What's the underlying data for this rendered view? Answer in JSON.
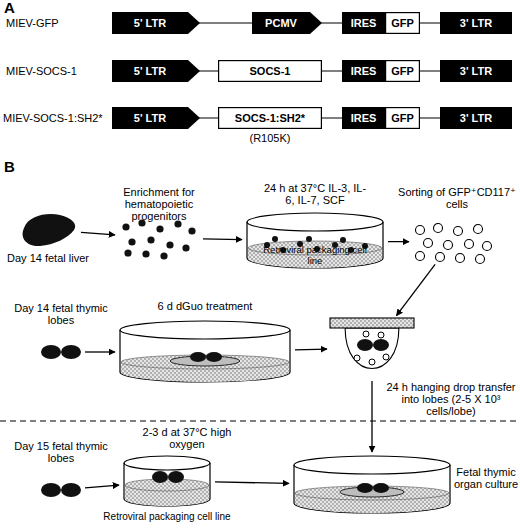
{
  "diagram": {
    "nodes": [
      {
        "text": [
          "5' LTR"
        ]
      },
      {
        "text": [
          "PCMV"
        ]
      },
      {
        "text": [
          "IRES"
        ]
      },
      {
        "text": [
          "GFP"
        ]
      },
      {
        "text": [
          "3' LTR"
        ]
      },
      {
        "text": [
          "5' LTR"
        ]
      },
      {
        "text": [
          "SOCS-1"
        ]
      },
      {
        "text": [
          "IRES"
        ]
      },
      {
        "text": [
          "GFP"
        ]
      },
      {
        "text": [
          "3' LTR"
        ]
      },
      {
        "text": [
          "5' LTR"
        ]
      },
      {
        "text": [
          "SOCS-1:SH2*"
        ]
      },
      {
        "text": [
          "IRES"
        ]
      },
      {
        "text": [
          "GFP"
        ]
      },
      {
        "text": [
          "3' LTR"
        ]
      },
      {
        "text": [
          "Day 14 fetal liver"
        ]
      },
      {
        "text": [
          "Enrichment for hematopoietic progenitors"
        ]
      },
      {
        "text": [
          "24 h at 37°C IL-3, IL-6, IL-7, SCF",
          "Retroviral packaging cell line"
        ]
      },
      {
        "text": [
          "Sorting of GFP⁺CD117⁺ cells"
        ]
      },
      {
        "text": [
          "Day 14 fetal thymic lobes"
        ]
      },
      {
        "text": [
          "6 d dGuo treatment"
        ]
      },
      {
        "text": [
          "24 h hanging drop transfer into lobes (2-5 X 10³ cells/lobe)"
        ]
      },
      {
        "text": [
          "Day 15 fetal thymic lobes"
        ]
      },
      {
        "text": [
          "2-3 d at 37°C high oxygen",
          "Retroviral packaging cell line"
        ]
      },
      {
        "text": [
          "Fetal thymic organ culture"
        ]
      }
    ],
    "edges": [
      {
        "from": 15,
        "to": 16,
        "arrow": "to"
      },
      {
        "from": 16,
        "to": 17,
        "arrow": "to"
      },
      {
        "from": 17,
        "to": 18,
        "arrow": "to"
      },
      {
        "from": 18,
        "to": 21,
        "arrow": "to"
      },
      {
        "from": 19,
        "to": 20,
        "arrow": "to"
      },
      {
        "from": 20,
        "to": 21,
        "arrow": "to"
      },
      {
        "from": 21,
        "to": 24,
        "arrow": "to"
      },
      {
        "from": 22,
        "to": 23,
        "arrow": "to"
      },
      {
        "from": 23,
        "to": 24,
        "arrow": "to"
      }
    ],
    "labels": [
      "A",
      "MIEV-GFP",
      "MIEV-SOCS-1",
      "MIEV-SOCS-1:SH2*",
      "(R105K)",
      "B"
    ]
  }
}
